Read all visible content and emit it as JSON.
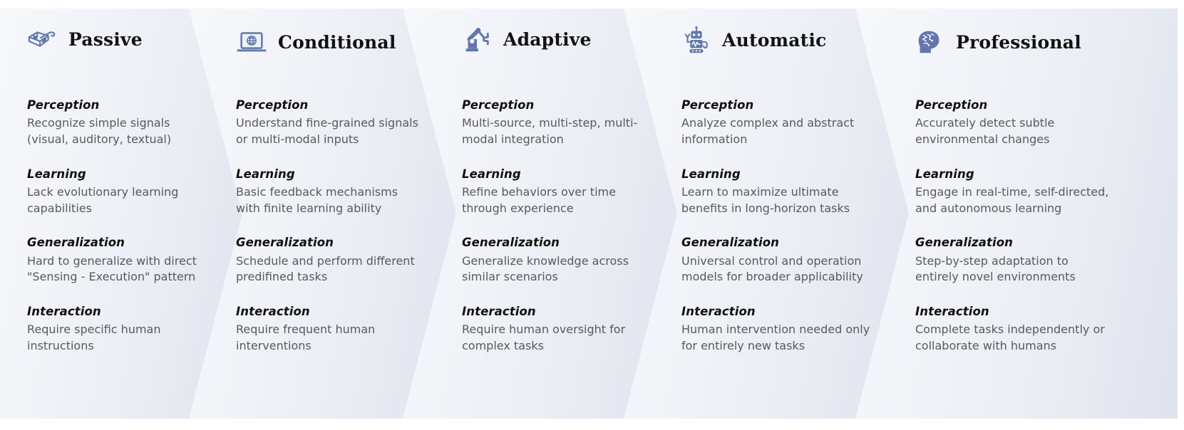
{
  "diagram": {
    "type": "chevron-process-flow",
    "accent_color": "#6277ab",
    "heading_color": "#111111",
    "body_color": "#58595b",
    "background_color": "#ffffff",
    "chevron_gradient_from": "#f6f8fb",
    "chevron_gradient_to": "#dfe3ed",
    "attribute_labels": [
      "Perception",
      "Learning",
      "Generalization",
      "Interaction"
    ],
    "stages": [
      {
        "id": "passive",
        "title": "Passive",
        "icon": "3d-glasses-icon",
        "attributes": [
          {
            "label": "Perception",
            "text": "Recognize simple signals\n(visual, auditory, textual)"
          },
          {
            "label": "Learning",
            "text": "Lack evolutionary learning\ncapabilities"
          },
          {
            "label": "Generalization",
            "text": "Hard to generalize with direct\n\"Sensing - Execution\" pattern"
          },
          {
            "label": "Interaction",
            "text": "Require specific human\ninstructions"
          }
        ]
      },
      {
        "id": "conditional",
        "title": "Conditional",
        "icon": "laptop-globe-icon",
        "attributes": [
          {
            "label": "Perception",
            "text": "Understand fine-grained signals\nor multi-modal inputs"
          },
          {
            "label": "Learning",
            "text": "Basic feedback mechanisms\nwith finite learning ability"
          },
          {
            "label": "Generalization",
            "text": "Schedule and perform different\npredifined tasks"
          },
          {
            "label": "Interaction",
            "text": "Require frequent human\ninterventions"
          }
        ]
      },
      {
        "id": "adaptive",
        "title": "Adaptive",
        "icon": "robot-arm-icon",
        "attributes": [
          {
            "label": "Perception",
            "text": "Multi-source, multi-step, multi-\nmodal integration"
          },
          {
            "label": "Learning",
            "text": "Refine behaviors over time\nthrough experience"
          },
          {
            "label": "Generalization",
            "text": "Generalize knowledge across\nsimilar scenarios"
          },
          {
            "label": "Interaction",
            "text": "Require human oversight for\ncomplex tasks"
          }
        ]
      },
      {
        "id": "automatic",
        "title": "Automatic",
        "icon": "robot-figure-icon",
        "attributes": [
          {
            "label": "Perception",
            "text": "Analyze complex and abstract\ninformation"
          },
          {
            "label": "Learning",
            "text": "Learn to maximize ultimate\nbenefits in long-horizon tasks"
          },
          {
            "label": "Generalization",
            "text": "Universal control and operation\nmodels for broader applicability"
          },
          {
            "label": "Interaction",
            "text": "Human intervention needed only\nfor entirely new tasks"
          }
        ]
      },
      {
        "id": "professional",
        "title": "Professional",
        "icon": "head-circuit-brain-icon",
        "attributes": [
          {
            "label": "Perception",
            "text": "Accurately detect subtle\nenvironmental changes"
          },
          {
            "label": "Learning",
            "text": "Engage in real-time, self-directed,\nand autonomous learning"
          },
          {
            "label": "Generalization",
            "text": "Step-by-step adaptation to\nentirely novel environments"
          },
          {
            "label": "Interaction",
            "text": "Complete tasks independently or\ncollaborate with humans"
          }
        ]
      }
    ]
  }
}
